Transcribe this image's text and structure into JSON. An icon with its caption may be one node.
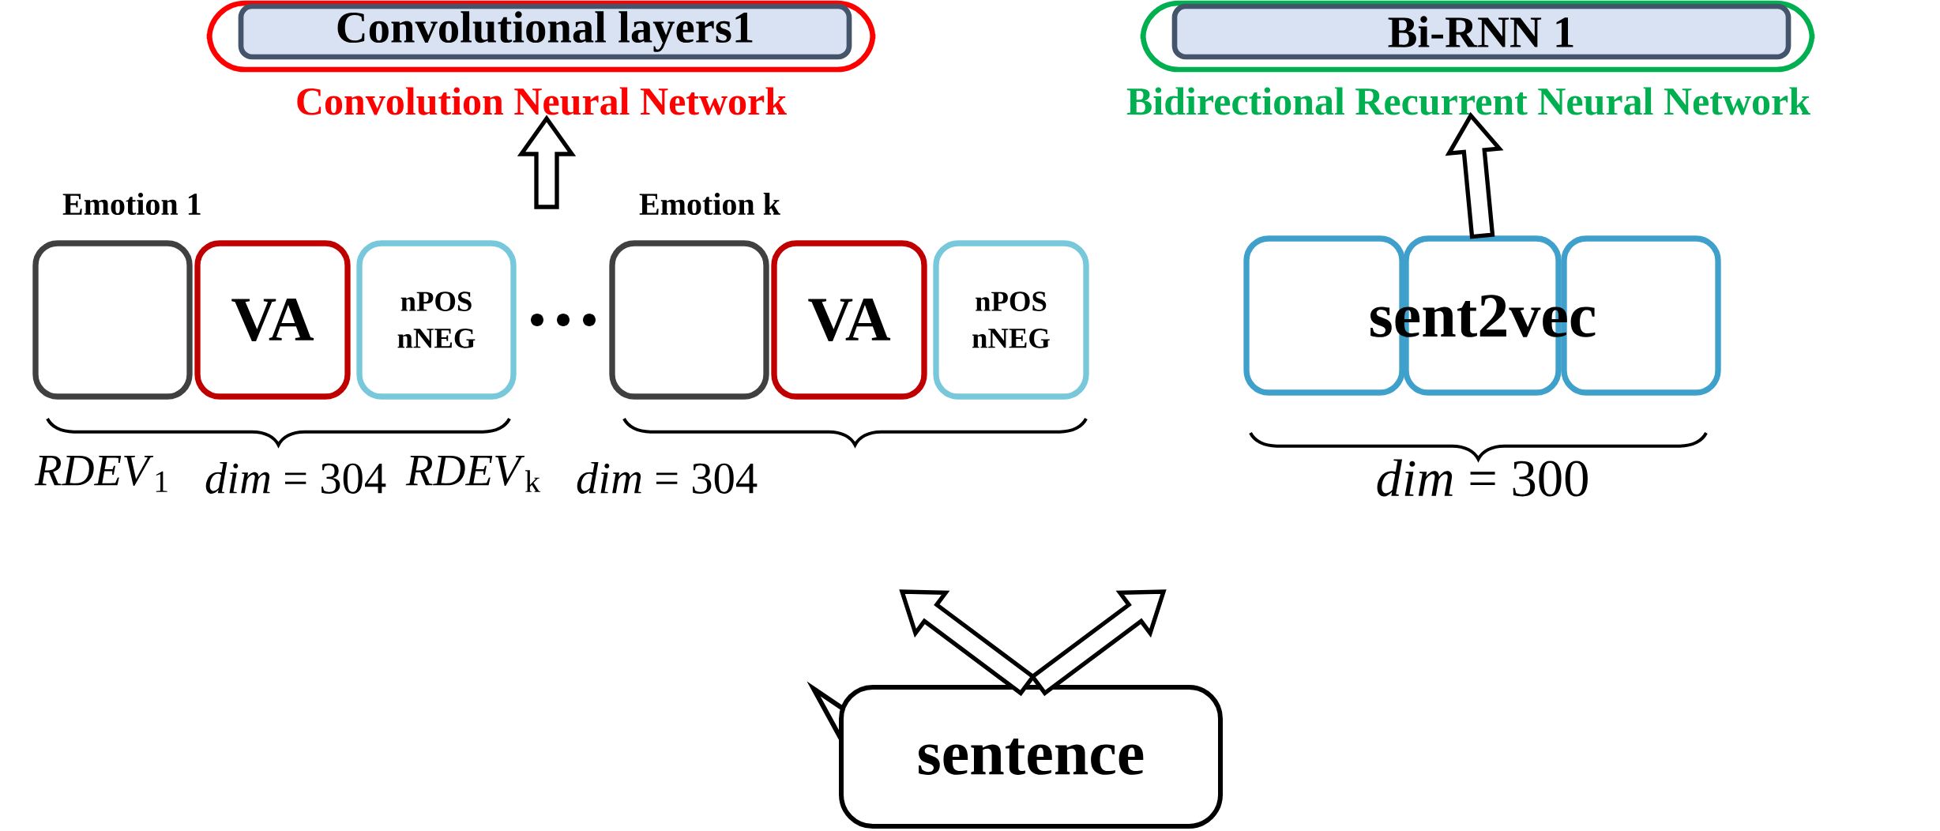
{
  "diagram": {
    "nodes": [
      {
        "text": [
          "Convolution Neural Network"
        ]
      },
      {
        "text": [
          "Convolutional layers1"
        ],
        "in": 0
      },
      {
        "text": [
          "Bidirectional Recurrent Neural Network"
        ]
      },
      {
        "text": [
          "Bi-RNN 1"
        ],
        "in": 2
      },
      {
        "text": [],
        "shape": "box"
      },
      {
        "text": [
          "VA"
        ]
      },
      {
        "text": [
          "nPOS nNEG"
        ]
      },
      {
        "text": [],
        "shape": "box"
      },
      {
        "text": [
          "VA"
        ]
      },
      {
        "text": [
          "nPOS nNEG"
        ]
      },
      {
        "text": [],
        "shape": "box"
      },
      {
        "text": [],
        "shape": "box"
      },
      {
        "text": [],
        "shape": "box"
      },
      {
        "text": [
          "sentence"
        ]
      }
    ],
    "edges": [
      {
        "from": null,
        "to": 0,
        "arrow": "to"
      },
      {
        "from": 11,
        "to": 2,
        "arrow": "to"
      },
      {
        "from": 13,
        "to": null,
        "arrow": "to"
      },
      {
        "from": 13,
        "to": null,
        "arrow": "to"
      }
    ],
    "labels": [
      "Emotion 1",
      "Emotion k",
      "*RDEV*$_{1}$",
      "*dim* = 304",
      "*RDEV*$_{k}$",
      "*dim* = 304",
      "sent2vec",
      "*dim* = 300"
    ]
  }
}
